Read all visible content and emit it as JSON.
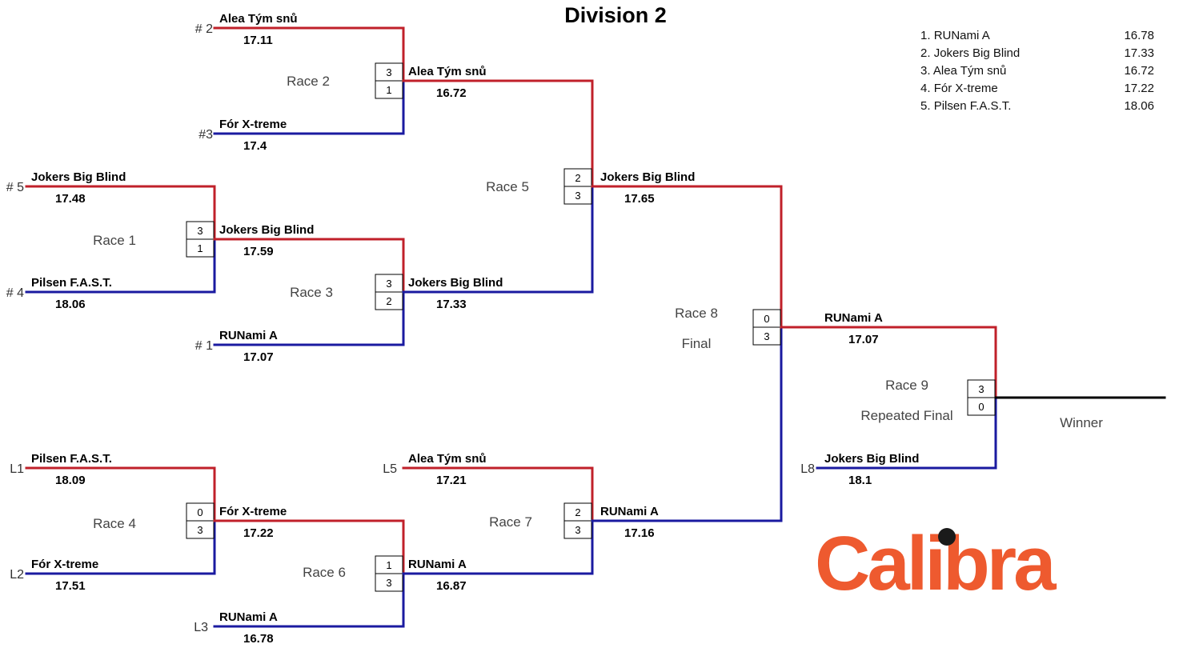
{
  "title": "Division 2",
  "colors": {
    "winner_line": "#c0202a",
    "loser_line": "#1a1aa0",
    "final_line": "#000000",
    "logo_orange": "#ee5a2f",
    "logo_dot": "#1a1a1a"
  },
  "standings": [
    {
      "rank": "1.",
      "team": "RUNami A",
      "time": "16.78"
    },
    {
      "rank": "2.",
      "team": "Jokers Big Blind",
      "time": "17.33"
    },
    {
      "rank": "3.",
      "team": "Alea Tým snů",
      "time": "16.72"
    },
    {
      "rank": "4.",
      "team": "Fór X-treme",
      "time": "17.22"
    },
    {
      "rank": "5.",
      "team": "Pilsen F.A.S.T.",
      "time": "18.06"
    }
  ],
  "races": [
    {
      "id": "race1",
      "label": "Race 1",
      "sublabel": "",
      "top": {
        "seed": "# 5",
        "team": "Jokers Big Blind",
        "time": "17.48"
      },
      "bottom": {
        "seed": "# 4",
        "team": "Pilsen F.A.S.T.",
        "time": "18.06"
      },
      "score": [
        "3",
        "1"
      ],
      "result": {
        "team": "Jokers Big Blind",
        "time": "17.59"
      }
    },
    {
      "id": "race2",
      "label": "Race 2",
      "sublabel": "",
      "top": {
        "seed": "# 2",
        "team": "Alea Tým snů",
        "time": "17.11"
      },
      "bottom": {
        "seed": "#3",
        "team": "Fór X-treme",
        "time": "17.4"
      },
      "score": [
        "3",
        "1"
      ],
      "result": {
        "team": "Alea Tým snů",
        "time": "16.72"
      }
    },
    {
      "id": "race3",
      "label": "Race 3",
      "sublabel": "",
      "bottom": {
        "seed": "# 1",
        "team": "RUNami A",
        "time": "17.07"
      },
      "score": [
        "3",
        "2"
      ],
      "result": {
        "team": "Jokers Big Blind",
        "time": "17.33"
      }
    },
    {
      "id": "race4",
      "label": "Race 4",
      "sublabel": "",
      "top": {
        "seed": "L1",
        "team": "Pilsen F.A.S.T.",
        "time": "18.09"
      },
      "bottom": {
        "seed": "L2",
        "team": "Fór X-treme",
        "time": "17.51"
      },
      "score": [
        "0",
        "3"
      ],
      "result": {
        "team": "Fór X-treme",
        "time": "17.22"
      }
    },
    {
      "id": "race5",
      "label": "Race 5",
      "sublabel": "",
      "score": [
        "2",
        "3"
      ],
      "result": {
        "team": "Jokers Big Blind",
        "time": "17.65"
      }
    },
    {
      "id": "race6",
      "label": "Race 6",
      "sublabel": "",
      "bottom": {
        "seed": "L3",
        "team": "RUNami A",
        "time": "16.78"
      },
      "score": [
        "1",
        "3"
      ],
      "result": {
        "team": "RUNami A",
        "time": "16.87"
      }
    },
    {
      "id": "race7",
      "label": "Race 7",
      "sublabel": "",
      "top": {
        "seed": "L5",
        "team": "Alea Tým snů",
        "time": "17.21"
      },
      "score": [
        "2",
        "3"
      ],
      "result": {
        "team": "RUNami A",
        "time": "17.16"
      }
    },
    {
      "id": "race8",
      "label": "Race 8",
      "sublabel": "Final",
      "score": [
        "0",
        "3"
      ],
      "result": {
        "team": "RUNami A",
        "time": "17.07"
      }
    },
    {
      "id": "race9",
      "label": "Race 9",
      "sublabel": "Repeated Final",
      "bottom": {
        "seed": "L8",
        "team": "Jokers Big Blind",
        "time": "18.1"
      },
      "score": [
        "3",
        "0"
      ]
    }
  ],
  "winner_label": "Winner",
  "logo": {
    "text_before_dot": "Cal",
    "text": "Calibra"
  }
}
